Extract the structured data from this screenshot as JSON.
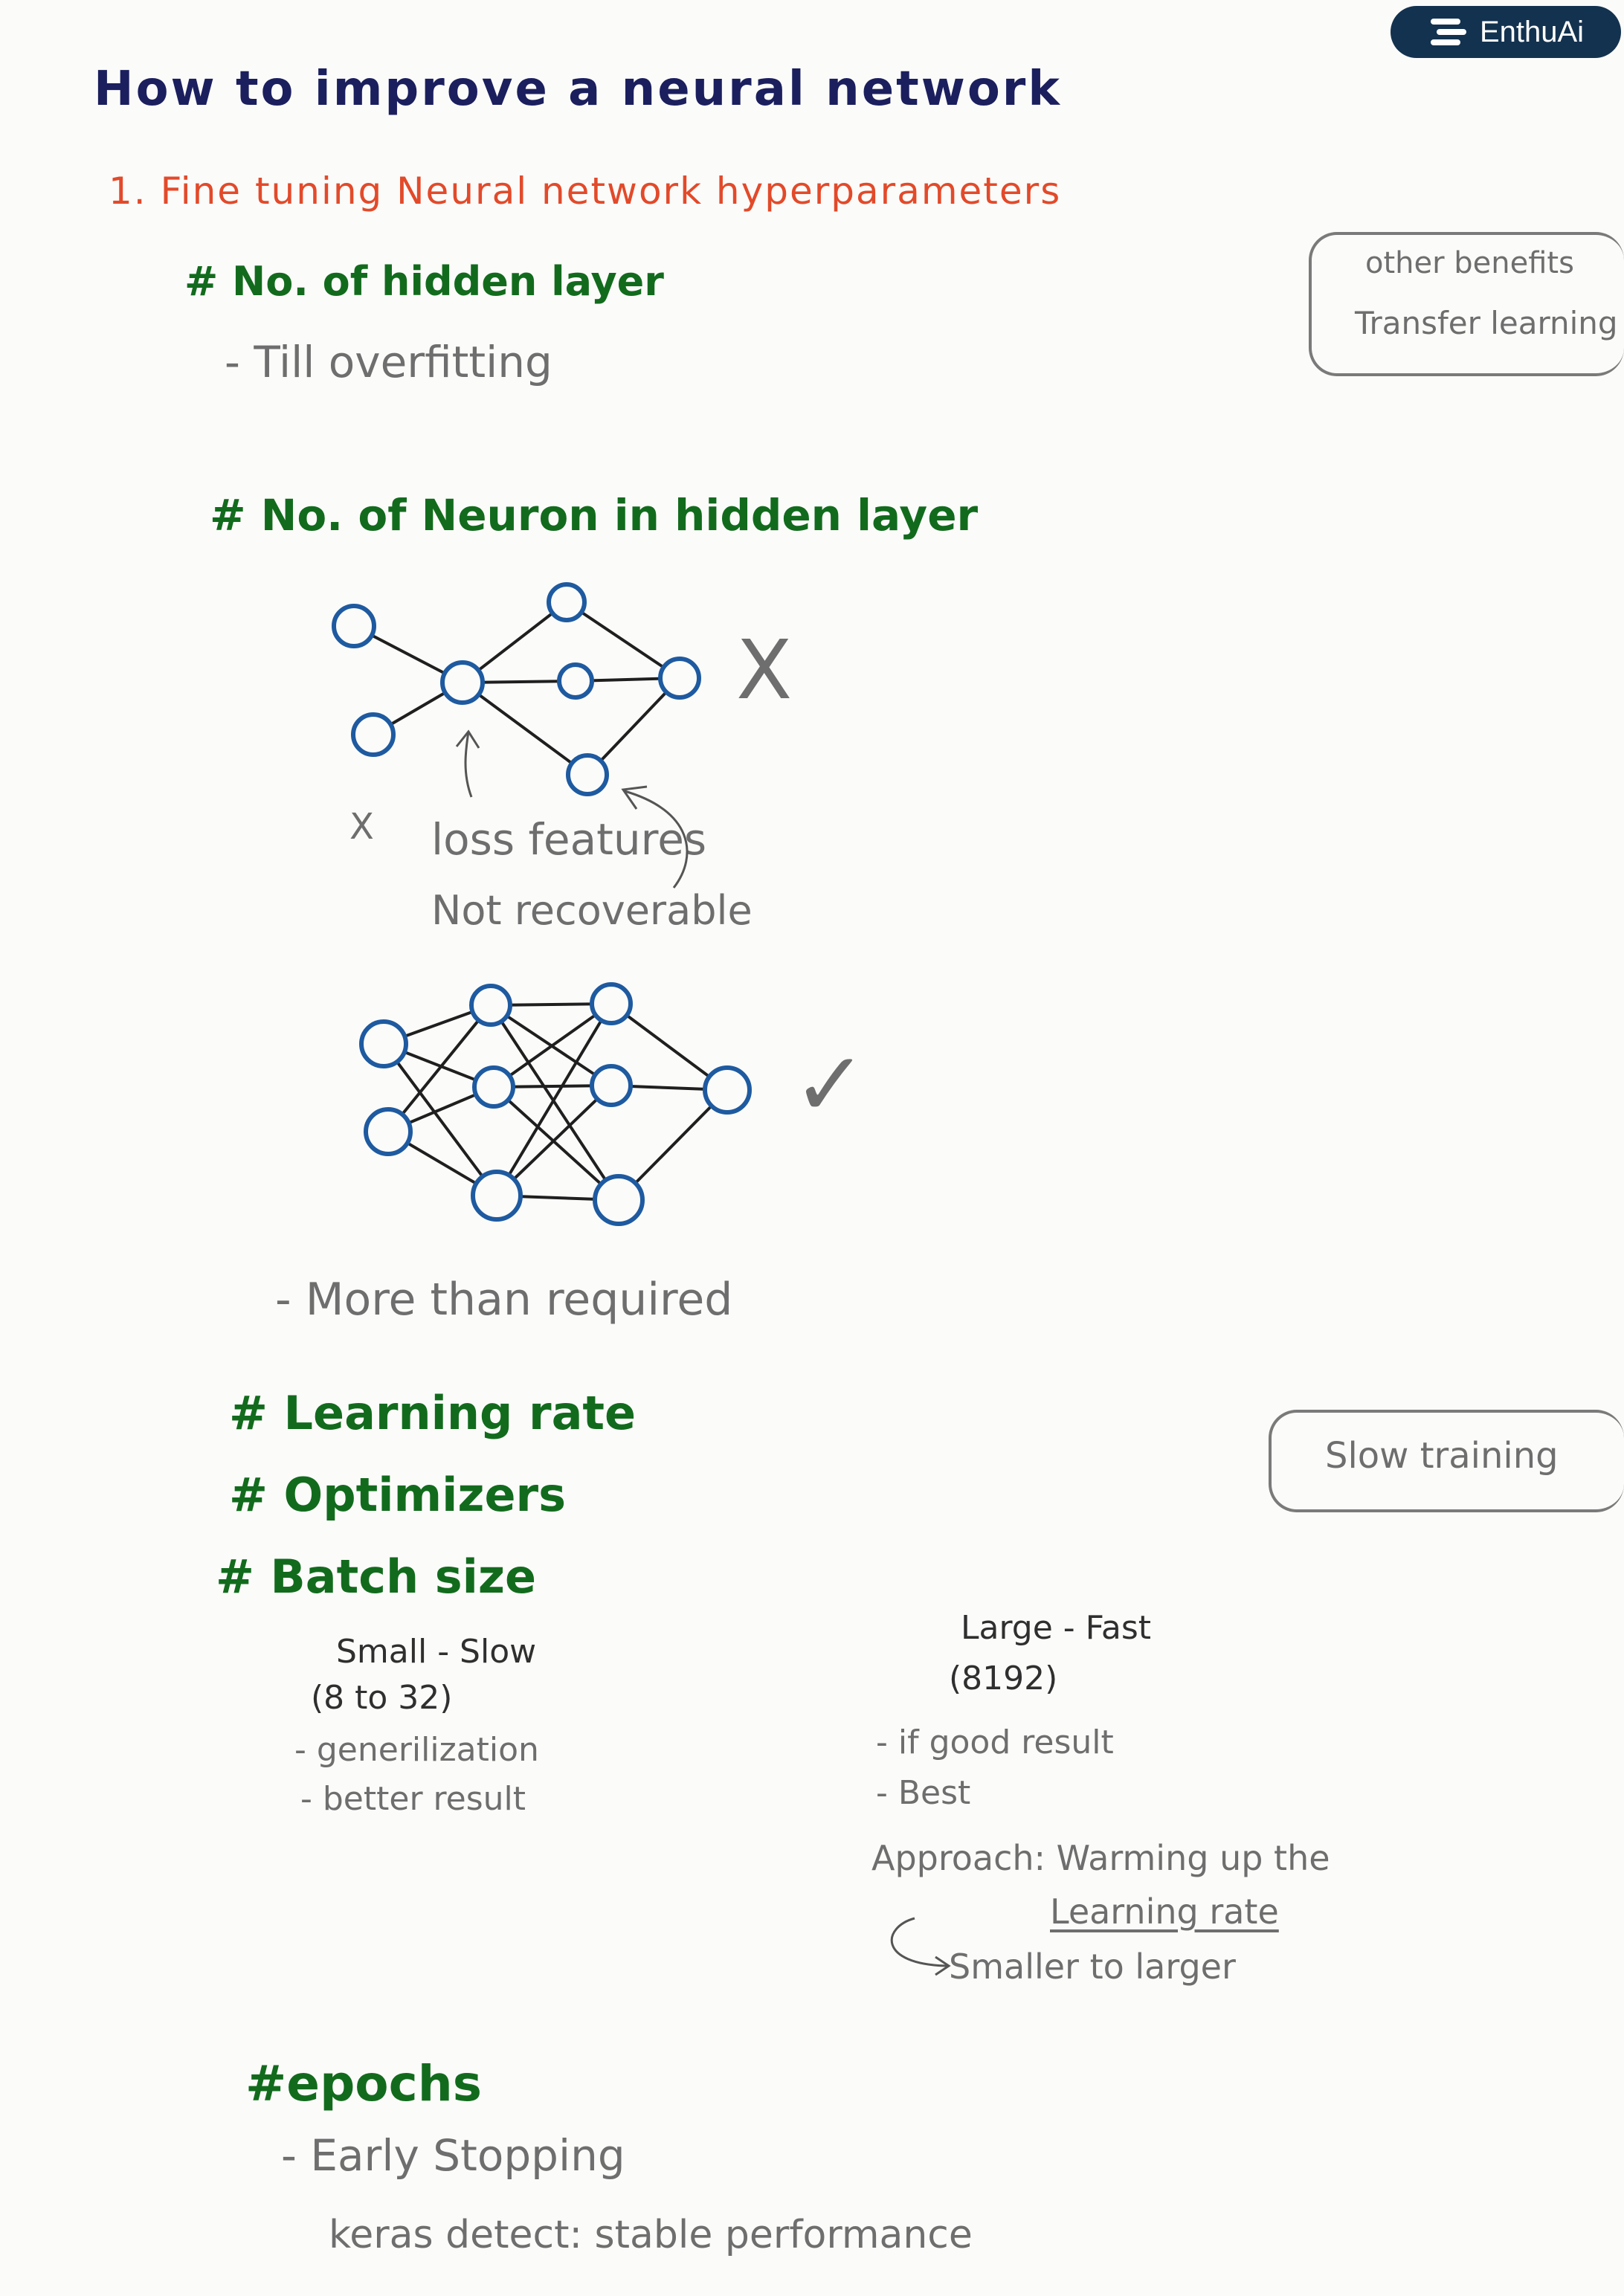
{
  "brand": {
    "name": "EnthuAi",
    "icon": "stack-lines-logo"
  },
  "title": "How to improve a neural network",
  "section1": "1. Fine tuning Neural network hyperparameters",
  "hidden_layers": {
    "heading": "# No. of hidden layer",
    "note": "- Till overfitting"
  },
  "side_box1": {
    "line1": "other benefits",
    "line2": "Transfer learning"
  },
  "neurons": {
    "heading": "# No. of Neuron in hidden layer",
    "bad_mark": "X",
    "small_x": "X",
    "loss_line1": "loss features",
    "loss_line2": "Not recoverable",
    "good_mark": "✓",
    "note": "- More than required"
  },
  "learning_rate": "# Learning rate",
  "optimizers": "# Optimizers",
  "batch_size": "# Batch size",
  "side_box2": "Slow training",
  "small": {
    "label": "Small - Slow",
    "range": "(8 to 32)",
    "point1": "- generilization",
    "point2": "- better result"
  },
  "large": {
    "label": "Large - Fast",
    "value": "(8192)",
    "point1": "- if good result",
    "point2": "- Best",
    "approach": "Approach: Warming up the",
    "approach2": "Learning rate",
    "approach3": "Smaller to larger"
  },
  "epochs": {
    "heading": "#epochs",
    "point1": "- Early Stopping",
    "point2": "keras detect: stable performance"
  }
}
